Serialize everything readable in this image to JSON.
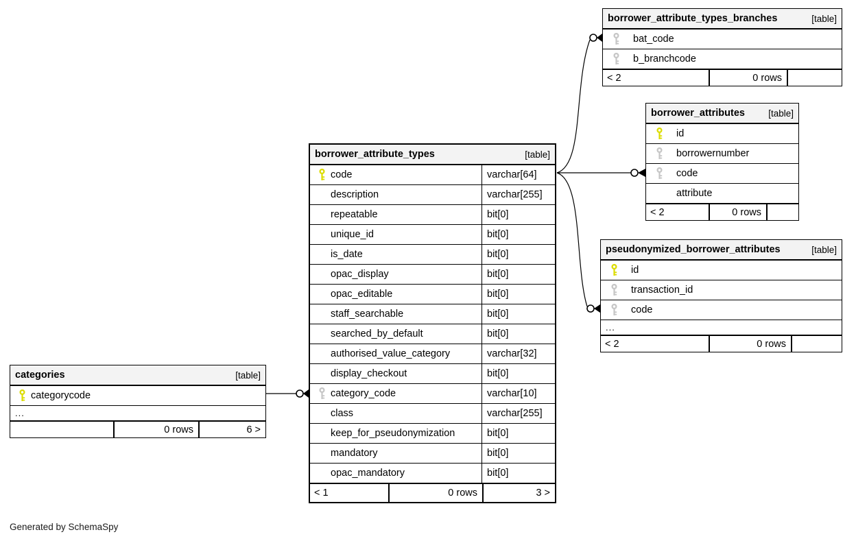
{
  "page": {
    "generated_note": "Generated by SchemaSpy"
  },
  "tables": {
    "central": {
      "title": "borrower_attribute_types",
      "tag": "[table]",
      "columns": [
        {
          "name": "code",
          "type": "varchar[64]",
          "key": "pk"
        },
        {
          "name": "description",
          "type": "varchar[255]",
          "key": ""
        },
        {
          "name": "repeatable",
          "type": "bit[0]",
          "key": ""
        },
        {
          "name": "unique_id",
          "type": "bit[0]",
          "key": ""
        },
        {
          "name": "is_date",
          "type": "bit[0]",
          "key": ""
        },
        {
          "name": "opac_display",
          "type": "bit[0]",
          "key": ""
        },
        {
          "name": "opac_editable",
          "type": "bit[0]",
          "key": ""
        },
        {
          "name": "staff_searchable",
          "type": "bit[0]",
          "key": ""
        },
        {
          "name": "searched_by_default",
          "type": "bit[0]",
          "key": ""
        },
        {
          "name": "authorised_value_category",
          "type": "varchar[32]",
          "key": ""
        },
        {
          "name": "display_checkout",
          "type": "bit[0]",
          "key": ""
        },
        {
          "name": "category_code",
          "type": "varchar[10]",
          "key": "fk"
        },
        {
          "name": "class",
          "type": "varchar[255]",
          "key": ""
        },
        {
          "name": "keep_for_pseudonymization",
          "type": "bit[0]",
          "key": ""
        },
        {
          "name": "mandatory",
          "type": "bit[0]",
          "key": ""
        },
        {
          "name": "opac_mandatory",
          "type": "bit[0]",
          "key": ""
        }
      ],
      "footer": {
        "left": "< 1",
        "rows": "0 rows",
        "right": "3 >"
      }
    },
    "branches": {
      "title": "borrower_attribute_types_branches",
      "tag": "[table]",
      "columns": [
        {
          "name": "bat_code",
          "key": "fk"
        },
        {
          "name": "b_branchcode",
          "key": "fk"
        }
      ],
      "footer": {
        "left": "< 2",
        "rows": "0 rows",
        "right": ""
      }
    },
    "borrower_attributes": {
      "title": "borrower_attributes",
      "tag": "[table]",
      "columns": [
        {
          "name": "id",
          "key": "pk"
        },
        {
          "name": "borrowernumber",
          "key": "fk"
        },
        {
          "name": "code",
          "key": "fk"
        },
        {
          "name": "attribute",
          "key": ""
        }
      ],
      "footer": {
        "left": "< 2",
        "rows": "0 rows",
        "right": ""
      }
    },
    "pseudonymized": {
      "title": "pseudonymized_borrower_attributes",
      "tag": "[table]",
      "columns": [
        {
          "name": "id",
          "key": "pk"
        },
        {
          "name": "transaction_id",
          "key": "fk"
        },
        {
          "name": "code",
          "key": "fk"
        }
      ],
      "ellipsis": "...",
      "footer": {
        "left": "< 2",
        "rows": "0 rows",
        "right": ""
      }
    },
    "categories": {
      "title": "categories",
      "tag": "[table]",
      "columns": [
        {
          "name": "categorycode",
          "key": "pk"
        }
      ],
      "ellipsis": "...",
      "footer": {
        "left": "",
        "rows": "0 rows",
        "right": "6 >"
      }
    }
  },
  "relationships": [
    {
      "from": "categories.categorycode",
      "to": "borrower_attribute_types.category_code"
    },
    {
      "from": "borrower_attribute_types.code",
      "to": "borrower_attribute_types_branches.bat_code"
    },
    {
      "from": "borrower_attribute_types.code",
      "to": "borrower_attributes.code"
    },
    {
      "from": "borrower_attribute_types.code",
      "to": "pseudonymized_borrower_attributes.code"
    }
  ],
  "colors": {
    "primary_key": "#dcdc00",
    "foreign_key": "#c6c6c6",
    "header_bg": "#f3f3f3",
    "border": "#000000"
  }
}
